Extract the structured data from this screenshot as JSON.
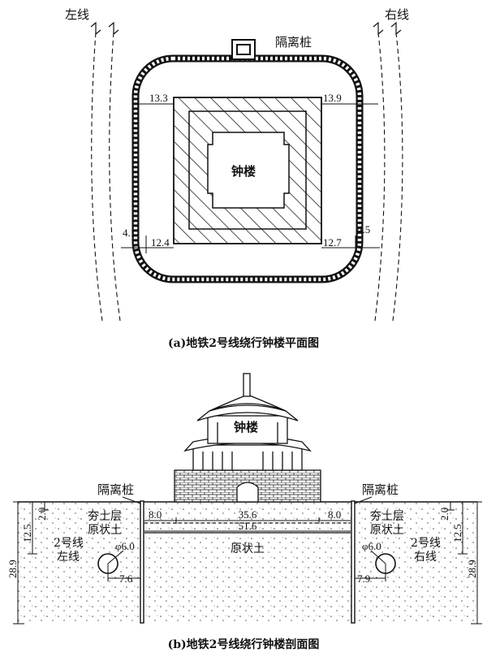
{
  "plan": {
    "left_line": "左线",
    "right_line": "右线",
    "pile": "隔离桩",
    "tower": "钟楼",
    "dim_tl": "13.3",
    "dim_tr": "13.9",
    "dim_bl_small": "4.1",
    "dim_bl": "12.4",
    "dim_br": "12.7",
    "dim_br_small": "4.5",
    "caption": "(a)地铁2号线绕行钟楼平面图"
  },
  "section": {
    "tower": "钟楼",
    "pile_left": "隔离桩",
    "pile_right": "隔离桩",
    "dim_2_0_left": "2.0",
    "dim_12_5_left": "12.5",
    "dim_28_9_left": "28.9",
    "dim_8_0_left": "8.0",
    "dim_35_6": "35.6",
    "dim_8_0_right": "8.0",
    "dim_51_6": "51.6",
    "fill_left": "夯土层",
    "orig_left": "原状土",
    "orig_center": "原状土",
    "fill_right": "夯土层",
    "orig_right": "原状土",
    "tunnel_left_1": "2号线",
    "tunnel_left_2": "左线",
    "phi_left": "φ6.0",
    "dim_7_6": "7.6",
    "tunnel_right_1": "2号线",
    "tunnel_right_2": "右线",
    "phi_right": "φ6.0",
    "dim_7_9": "7.9",
    "dim_2_0_right": "2.0",
    "dim_12_5_right": "12.5",
    "dim_28_9_right": "28.9",
    "caption": "(b)地铁2号线绕行钟楼剖面图"
  }
}
